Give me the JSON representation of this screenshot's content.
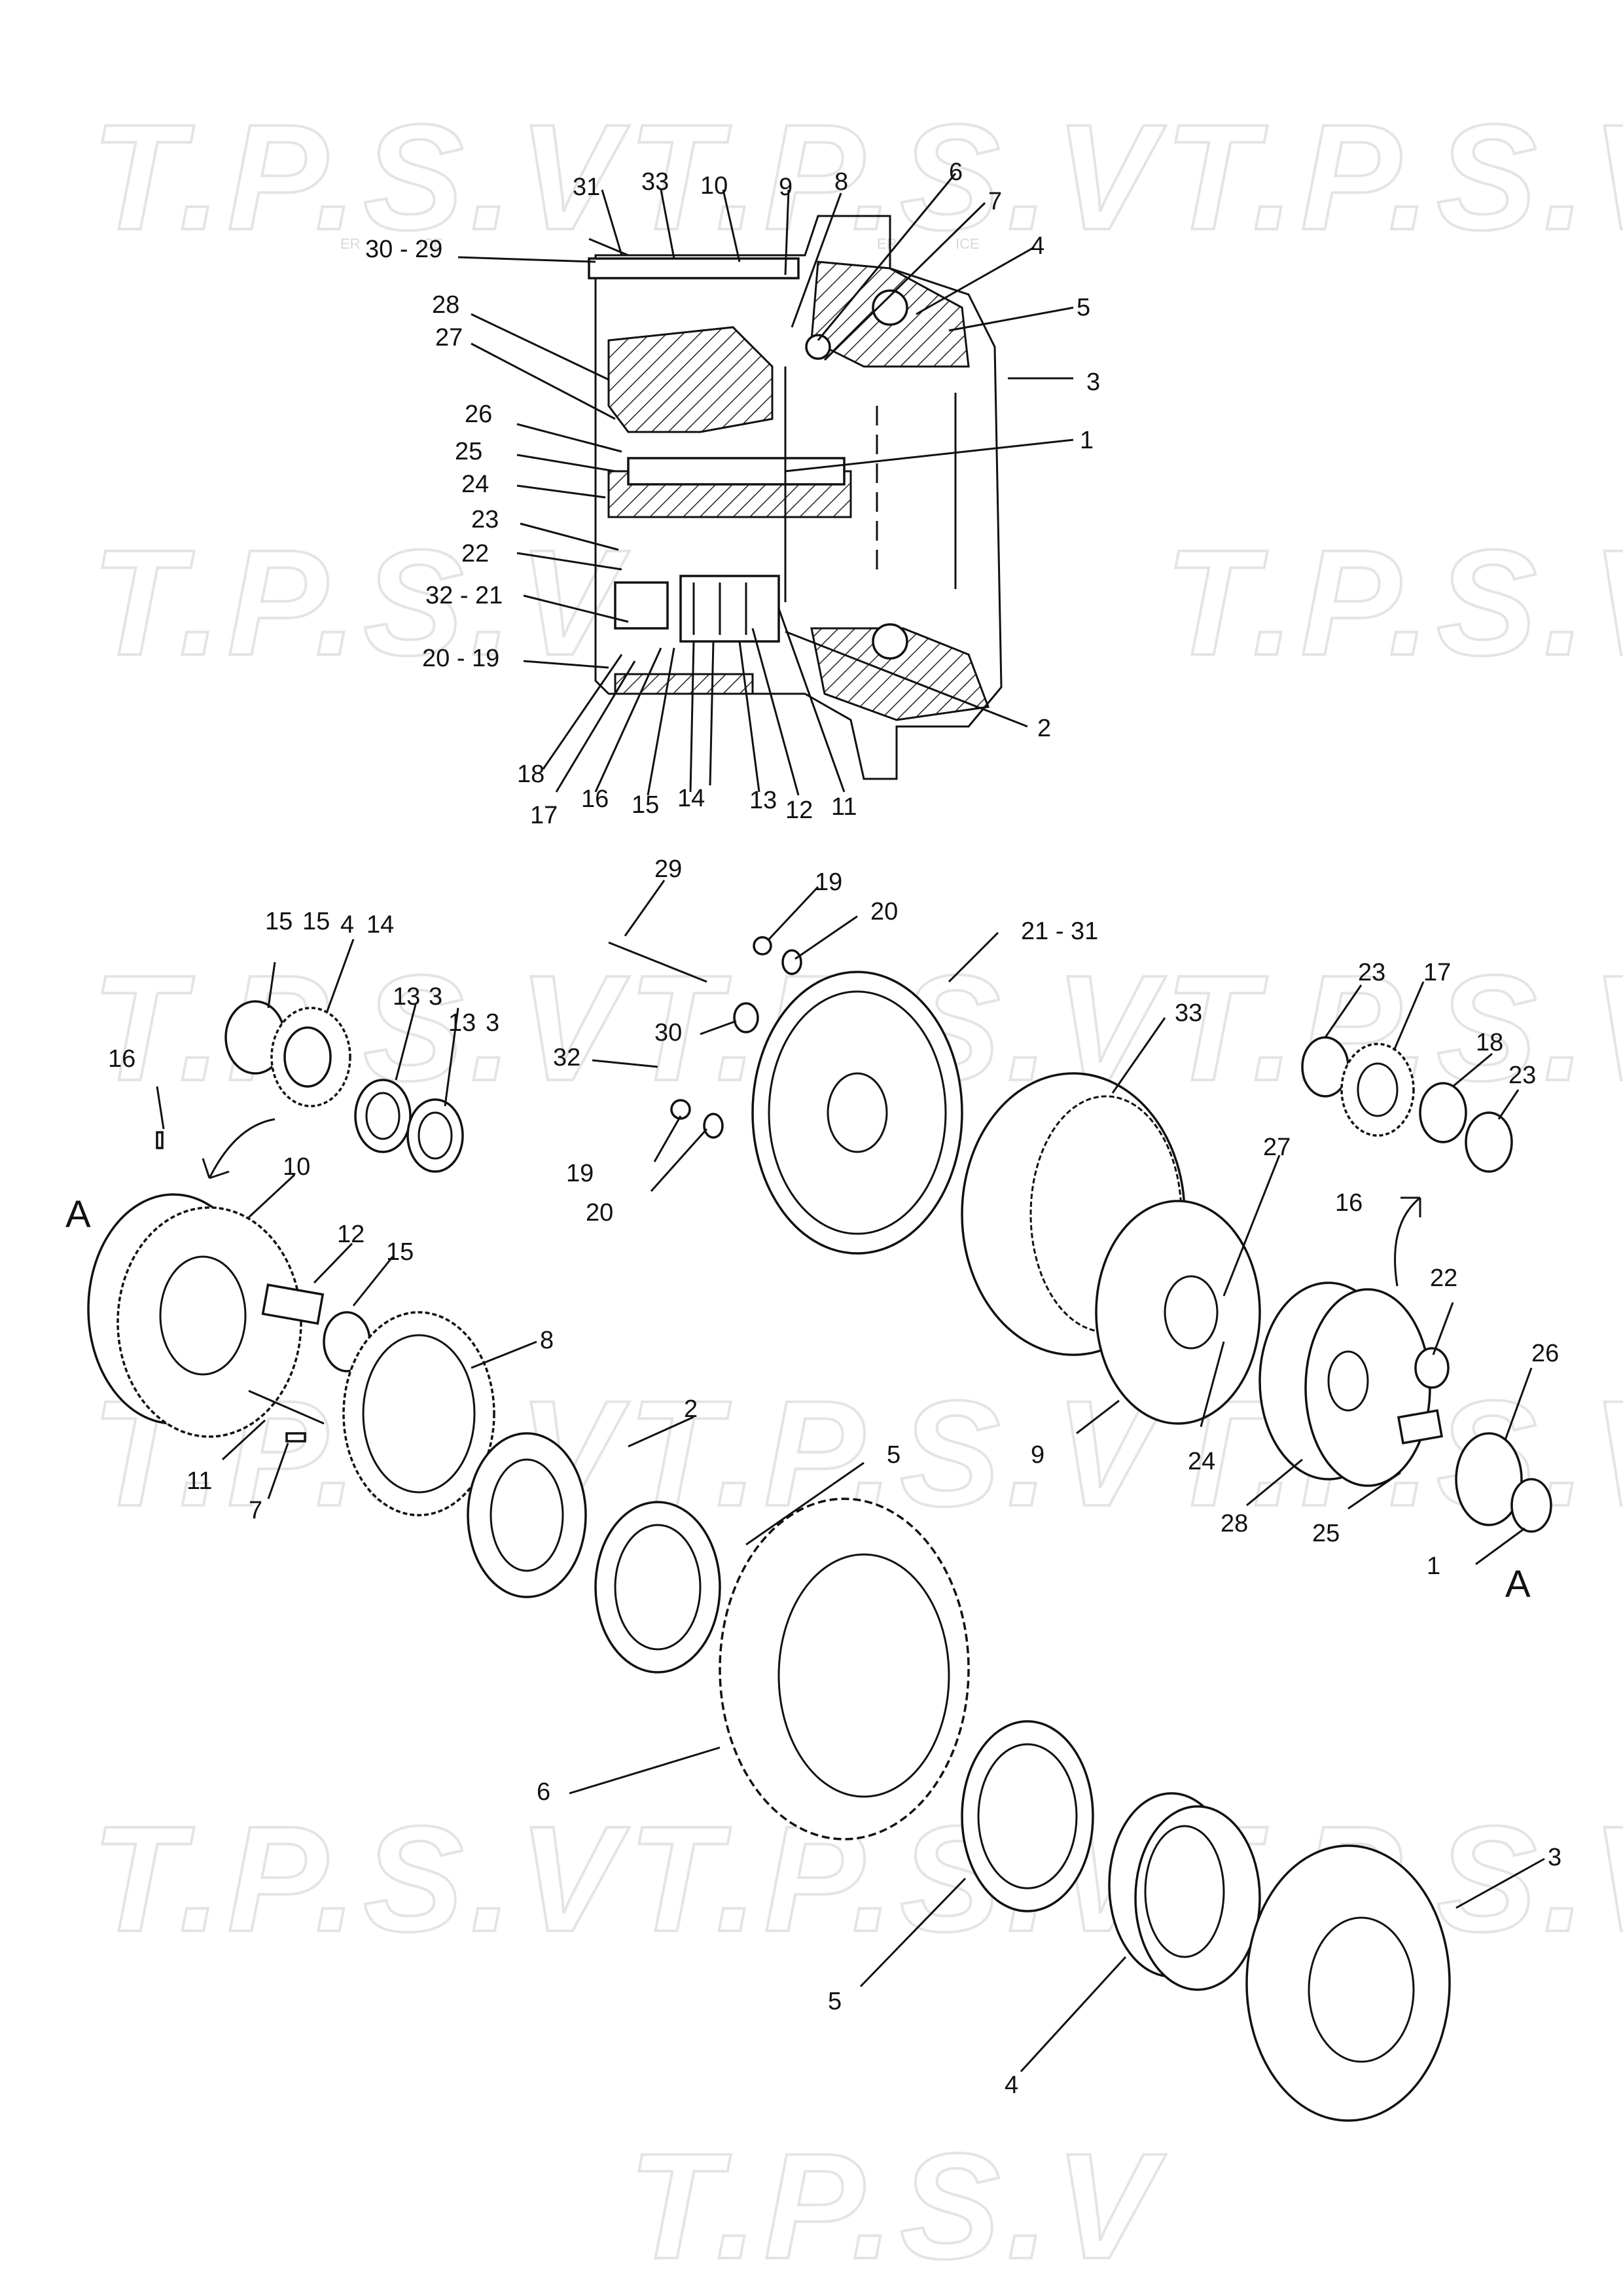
{
  "watermark": {
    "text": "T.P.S.V",
    "sub_left": "ER",
    "sub_right": "ICE"
  },
  "section_view": {
    "callouts": [
      "31",
      "33",
      "10",
      "9",
      "8",
      "6",
      "7",
      "4",
      "5",
      "3",
      "1",
      "2",
      "30 - 29",
      "28",
      "27",
      "26",
      "25",
      "24",
      "23",
      "22",
      "32 - 21",
      "20 - 19",
      "18",
      "17",
      "16",
      "15",
      "14",
      "13",
      "12",
      "11"
    ]
  },
  "exploded_view": {
    "view_marker": "A",
    "left_group_callouts": [
      "15",
      "15",
      "4",
      "14",
      "13",
      "3",
      "13",
      "3",
      "16",
      "10",
      "12",
      "15",
      "11",
      "7",
      "8"
    ],
    "cover_group_callouts": [
      "29",
      "19",
      "20",
      "21 - 31",
      "30",
      "32",
      "19",
      "20",
      "33",
      "2",
      "5"
    ],
    "right_group_callouts": [
      "23",
      "17",
      "18",
      "23",
      "16",
      "27",
      "22",
      "26",
      "9",
      "24",
      "28",
      "25",
      "1"
    ],
    "bottom_group_callouts": [
      "6",
      "5",
      "4",
      "3"
    ]
  }
}
